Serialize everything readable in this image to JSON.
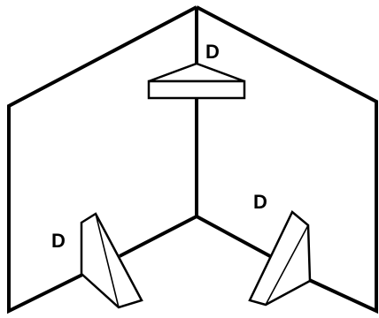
{
  "labels": {
    "top": "D",
    "left": "D",
    "right": "D"
  },
  "colors": {
    "stroke": "#000000",
    "background": "#ffffff"
  }
}
